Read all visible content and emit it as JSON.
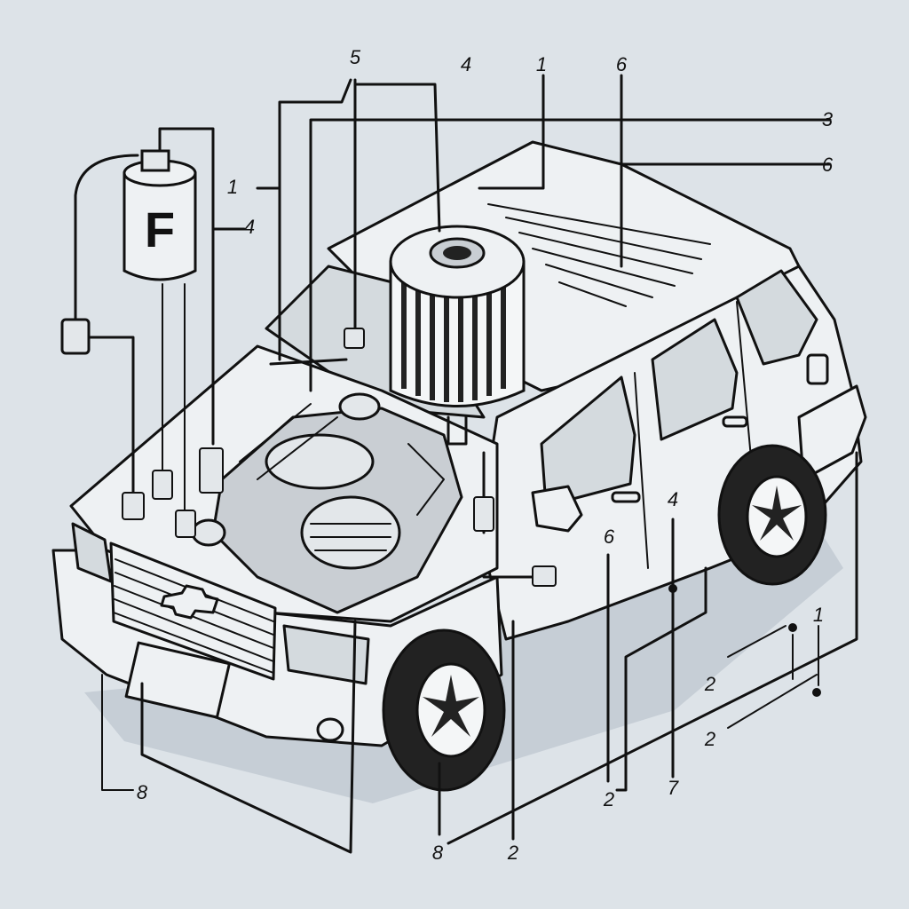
{
  "colors": {
    "background": "#dde3e8",
    "line": "#111111",
    "body": "#eef1f3",
    "glass": "#d4dade",
    "shadow": "#c6ced6",
    "engine": "#c9ced3"
  },
  "fuel_filter": {
    "letter": "F"
  },
  "icons": [
    "bowtie-emblem-icon",
    "wheel-icon",
    "air-filter-icon",
    "fuel-filter-canister-icon"
  ],
  "callouts": [
    {
      "id": "c-5-top",
      "text": "5"
    },
    {
      "id": "c-4-top",
      "text": "4"
    },
    {
      "id": "c-1-top",
      "text": "1"
    },
    {
      "id": "c-6-top",
      "text": "6"
    },
    {
      "id": "c-3-right",
      "text": "3"
    },
    {
      "id": "c-6-right",
      "text": "6"
    },
    {
      "id": "c-1-left",
      "text": "1"
    },
    {
      "id": "c-4-left",
      "text": "4"
    },
    {
      "id": "c-4-door",
      "text": "4"
    },
    {
      "id": "c-6-door",
      "text": "6"
    },
    {
      "id": "c-1-right",
      "text": "1"
    },
    {
      "id": "c-2-mid",
      "text": "2"
    },
    {
      "id": "c-2-low",
      "text": "2"
    },
    {
      "id": "c-8-left",
      "text": "8"
    },
    {
      "id": "c-2-bottom",
      "text": "2"
    },
    {
      "id": "c-7-bottom",
      "text": "7"
    },
    {
      "id": "c-8-bottom",
      "text": "8"
    },
    {
      "id": "c-2-bottom-mid",
      "text": "2"
    }
  ]
}
